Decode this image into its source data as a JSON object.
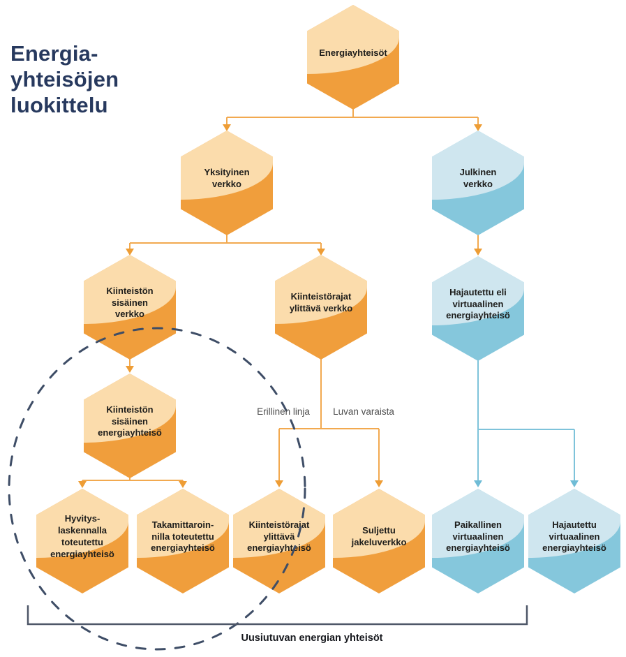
{
  "title": {
    "text": "Energia-\nyhteisöjen\nluokittelu"
  },
  "edge_labels": {
    "erillinen_linja": "Erillinen linja",
    "luvan_varaista": "Luvan varaista"
  },
  "bottom_label": "Uusiutuvan energian yhteisöt",
  "nodes": [
    {
      "id": "energiayhteisot",
      "label": "Energiayhteisöt",
      "theme": "orange"
    },
    {
      "id": "yksityinen-verkko",
      "label": "Yksityinen\nverkko",
      "theme": "orange"
    },
    {
      "id": "julkinen-verkko",
      "label": "Julkinen\nverkko",
      "theme": "blue"
    },
    {
      "id": "kiinteiston-sisainen-verkko",
      "label": "Kiinteistön\nsisäinen\nverkko",
      "theme": "orange"
    },
    {
      "id": "kiinteistorajat-ylittava-verkko",
      "label": "Kiinteistörajat\nylittävä verkko",
      "theme": "orange"
    },
    {
      "id": "hajautettu-eli-virtuaalinen-energiayhteiso",
      "label": "Hajautettu eli\nvirtuaalinen\nenergiayhteisö",
      "theme": "blue"
    },
    {
      "id": "kiinteiston-sisainen-energiayhteiso",
      "label": "Kiinteistön\nsisäinen\nenergiayhteisö",
      "theme": "orange"
    },
    {
      "id": "hyvityslaskennalla-toteutettu",
      "label": "Hyvitys-\nlaskennalla\ntoteutettu\nenergiayhteisö",
      "theme": "orange"
    },
    {
      "id": "takamittaroinnilla-toteutettu",
      "label": "Takamittaroin-\nnilla toteutettu\nenergiayhteisö",
      "theme": "orange"
    },
    {
      "id": "kiinteistorajat-ylittava-energiayhteiso",
      "label": "Kiinteistörajat\nylittävä\nenergiayhteisö",
      "theme": "orange"
    },
    {
      "id": "suljettu-jakeluverkko",
      "label": "Suljettu\njakeluverkko",
      "theme": "orange"
    },
    {
      "id": "paikallinen-virtuaalinen-energiayhteiso",
      "label": "Paikallinen\nvirtuaalinen\nenergiayhteisö",
      "theme": "blue"
    },
    {
      "id": "hajautettu-virtuaalinen-energiayhteiso",
      "label": "Hajautettu\nvirtuaalinen\nenergiayhteisö",
      "theme": "blue"
    }
  ],
  "colors": {
    "title_navy": "#27395E",
    "orange_light": "#FBDCAC",
    "orange_dark": "#F09E3C",
    "blue_light": "#CFE6EF",
    "blue_dark": "#85C7DC",
    "line_orange": "#F2A94F",
    "line_orange_dark": "#EE9D35",
    "line_blue": "#7EC3DA",
    "line_blue_dark": "#6FBCD6",
    "dashed_navy": "#3E4D66",
    "bracket_gray": "#4E5768"
  }
}
